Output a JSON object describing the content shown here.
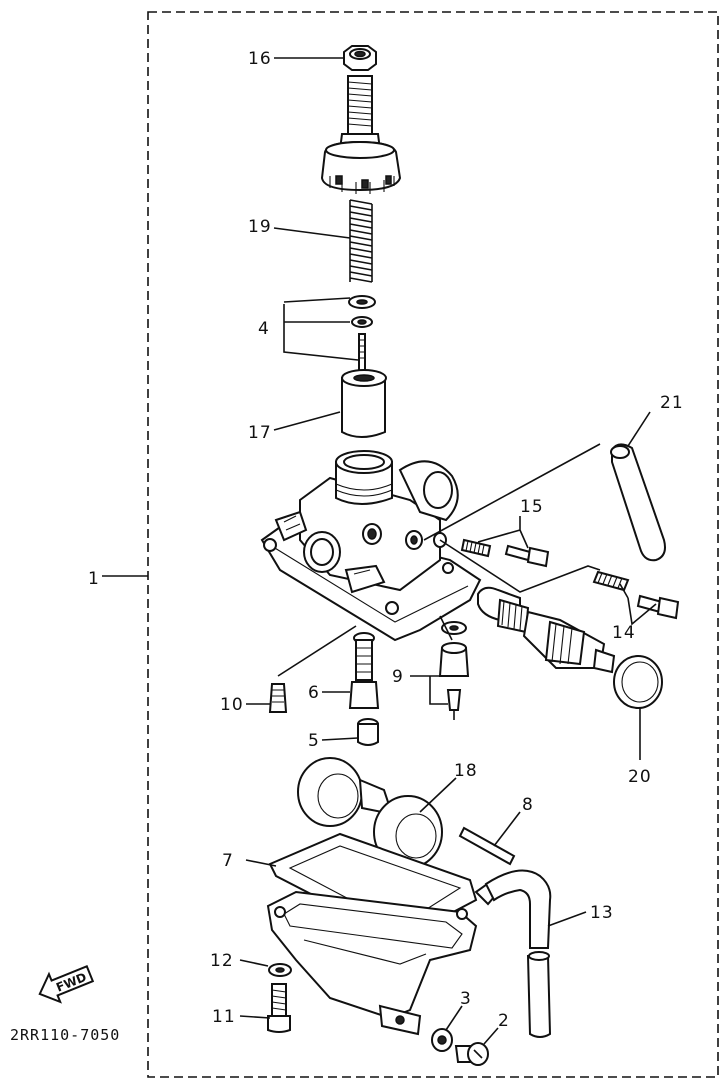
{
  "callouts": [
    {
      "id": "1",
      "text": "1"
    },
    {
      "id": "2",
      "text": "2"
    },
    {
      "id": "3",
      "text": "3"
    },
    {
      "id": "4",
      "text": "4"
    },
    {
      "id": "5",
      "text": "5"
    },
    {
      "id": "6",
      "text": "6"
    },
    {
      "id": "7",
      "text": "7"
    },
    {
      "id": "8",
      "text": "8"
    },
    {
      "id": "9",
      "text": "9"
    },
    {
      "id": "10",
      "text": "10"
    },
    {
      "id": "11",
      "text": "11"
    },
    {
      "id": "12",
      "text": "12"
    },
    {
      "id": "13",
      "text": "13"
    },
    {
      "id": "14",
      "text": "14"
    },
    {
      "id": "15",
      "text": "15"
    },
    {
      "id": "16",
      "text": "16"
    },
    {
      "id": "17",
      "text": "17"
    },
    {
      "id": "18",
      "text": "18"
    },
    {
      "id": "19",
      "text": "19"
    },
    {
      "id": "20",
      "text": "20"
    },
    {
      "id": "21",
      "text": "21"
    }
  ],
  "fwd_label": "FWD",
  "diagram_code": "2RR110-7050"
}
